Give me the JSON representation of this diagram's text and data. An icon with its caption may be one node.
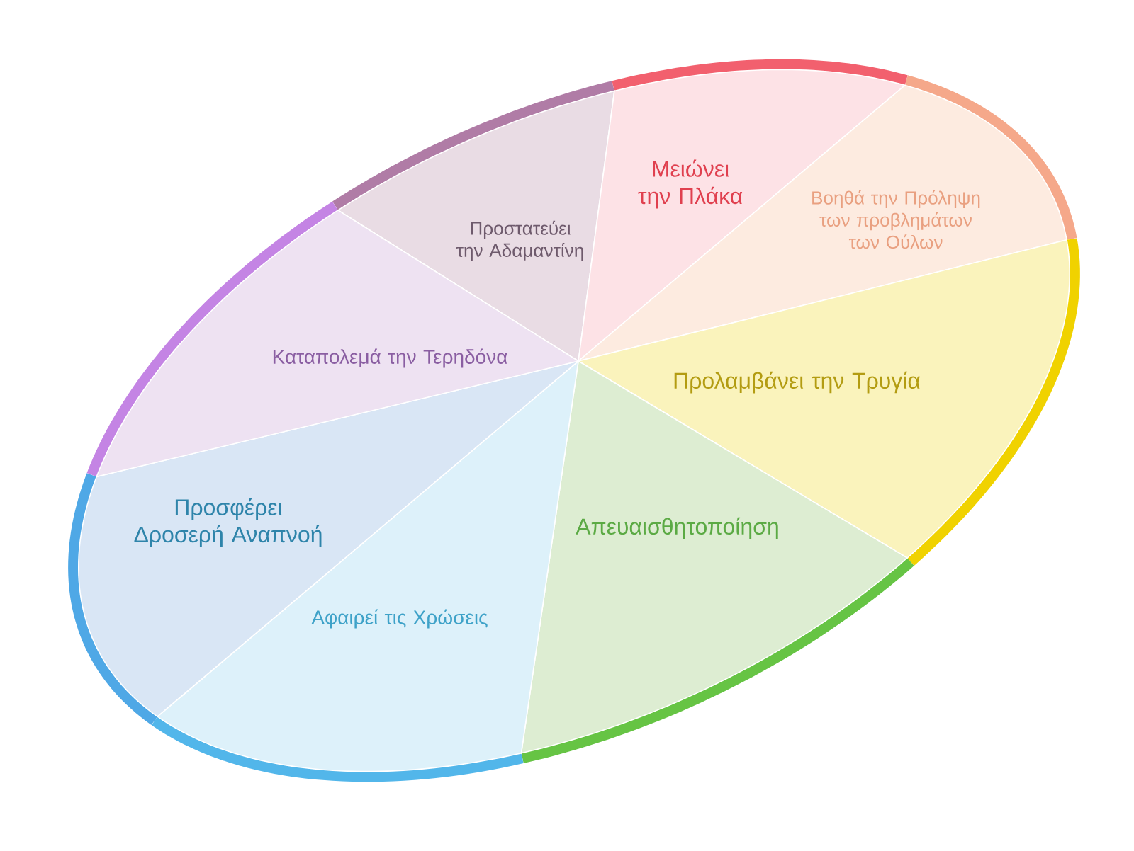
{
  "diagram": {
    "nodes": [
      {
        "text": [
          "Προστατεύει την Αδαμαντίνη"
        ]
      },
      {
        "text": [
          "Μειώνει την Πλάκα"
        ]
      },
      {
        "text": [
          "Βοηθά την Πρόληψη των προβλημάτων των Ούλων"
        ]
      },
      {
        "text": [
          "Προλαμβάνει την Τρυγία"
        ]
      },
      {
        "text": [
          "Απευαισθητοποίηση"
        ]
      },
      {
        "text": [
          "Αφαιρεί τις Χρώσεις"
        ]
      },
      {
        "text": [
          "Προσφέρει Δροσερή Αναπνοή"
        ]
      },
      {
        "text": [
          "Καταπολεμά την Τερηδόνα"
        ]
      }
    ],
    "edges": []
  }
}
